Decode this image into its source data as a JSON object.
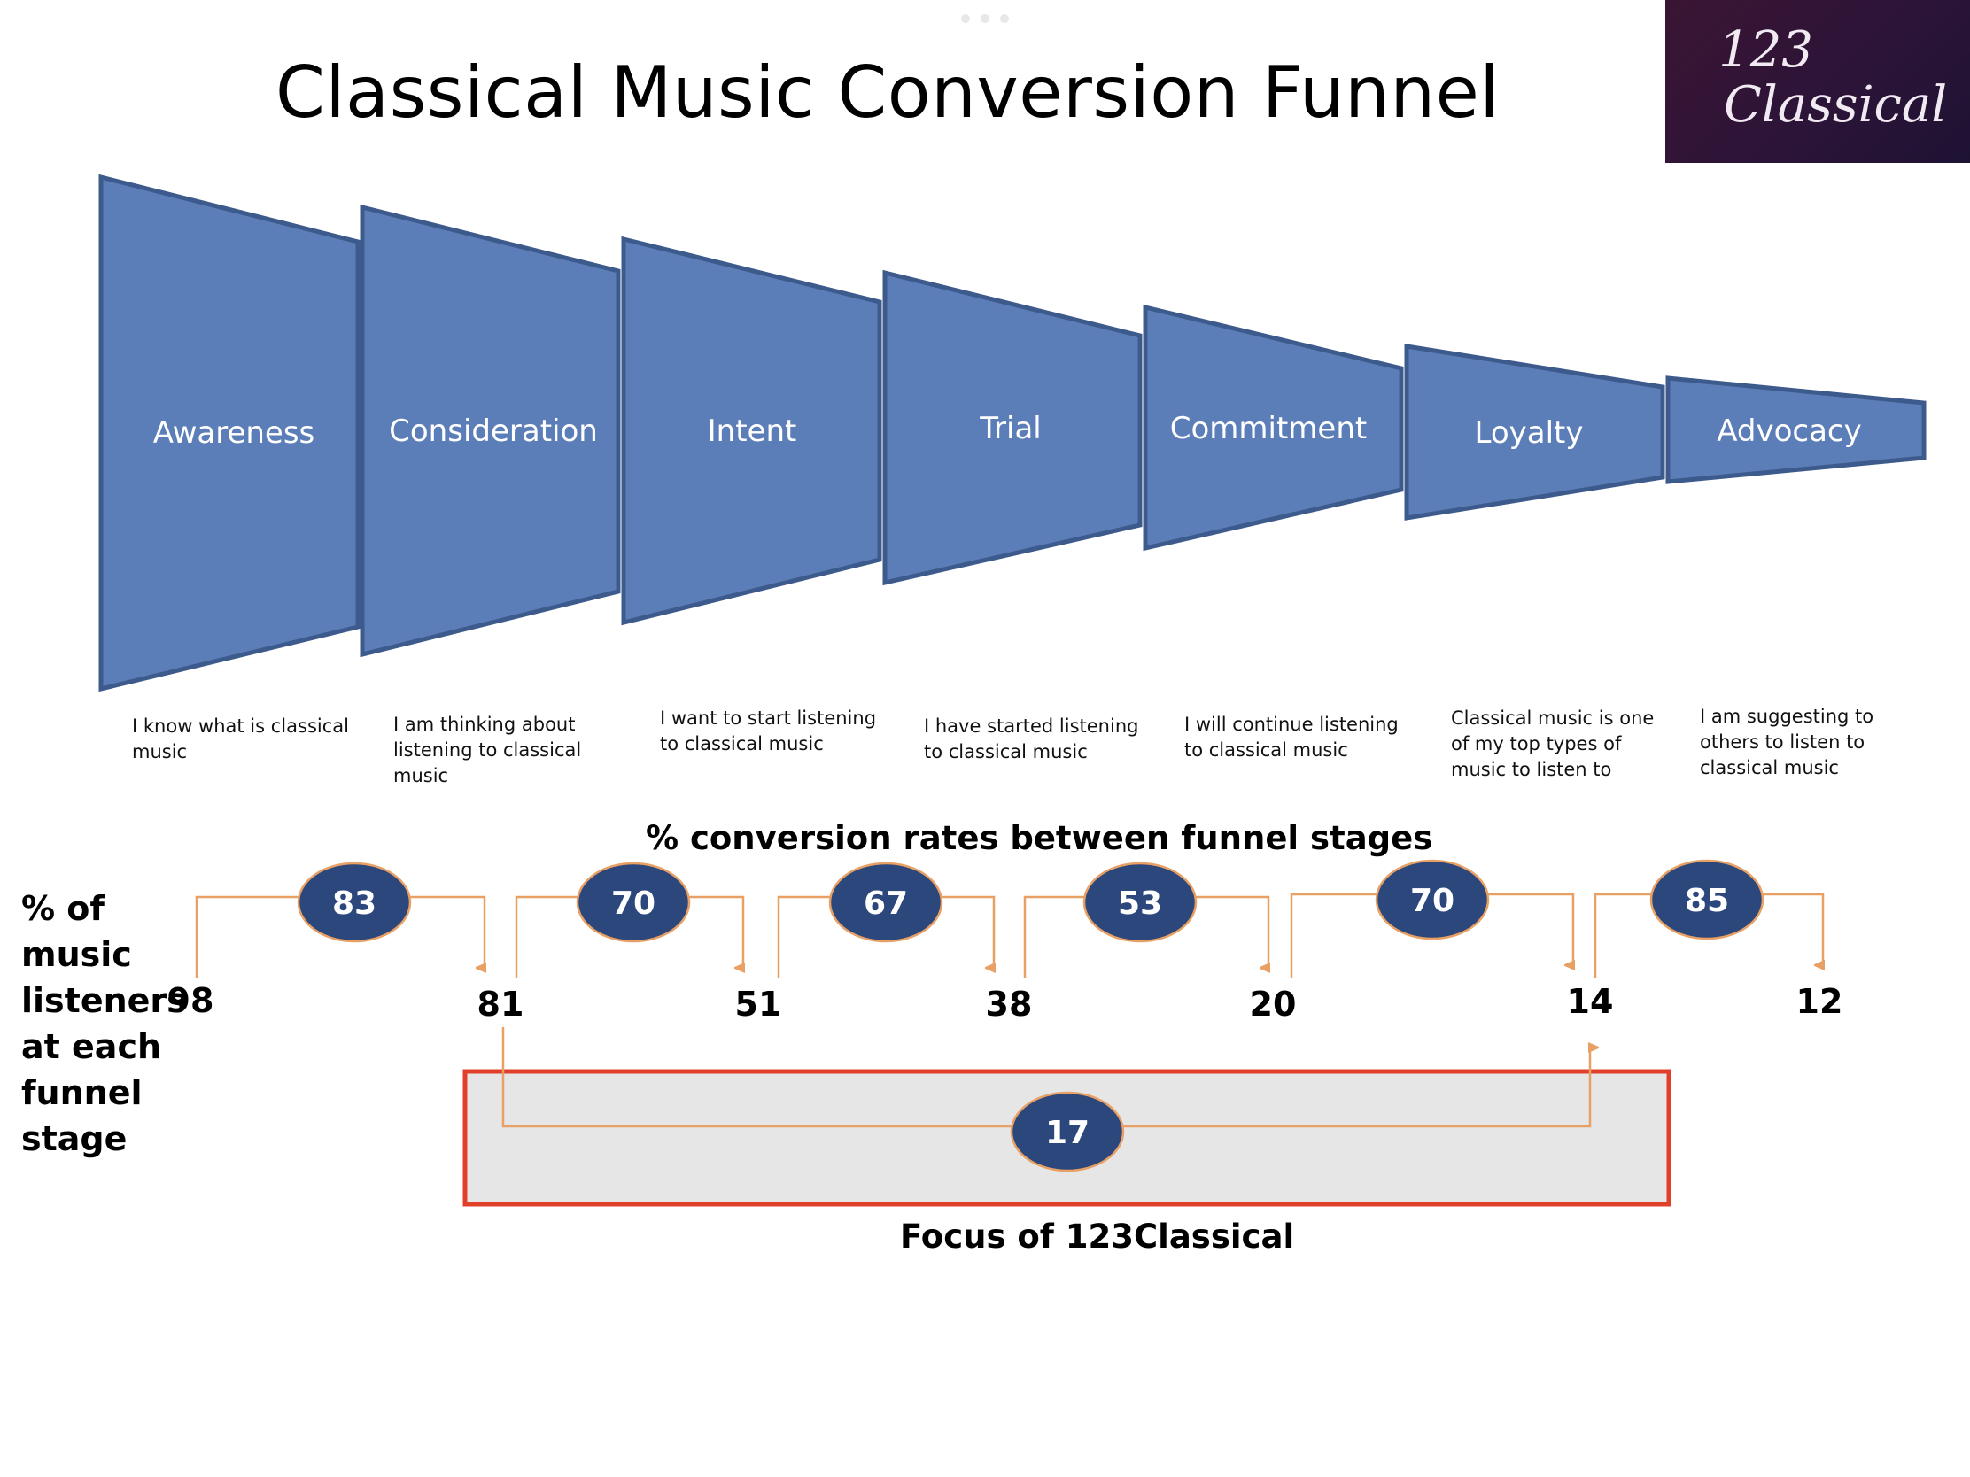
{
  "title": "Classical Music Conversion Funnel",
  "logo": {
    "line1": "123",
    "line2": "Classical"
  },
  "stages": [
    {
      "label": "Awareness",
      "description": "I know what is classical music"
    },
    {
      "label": "Consideration",
      "description": "I am thinking about listening to classical music"
    },
    {
      "label": "Intent",
      "description": "I want to start listening to classical music"
    },
    {
      "label": "Trial",
      "description": "I have started listening to classical music"
    },
    {
      "label": "Commitment",
      "description": "I will continue listening to classical music"
    },
    {
      "label": "Loyalty",
      "description": "Classical music is one of my top types of music to listen to"
    },
    {
      "label": "Advocacy",
      "description": "I am suggesting to others to listen to classical music"
    }
  ],
  "conversion_title": "% conversion rates between funnel stages",
  "listeners_label": "% of music listeners at each funnel stage",
  "listener_percentages": [
    "98",
    "81",
    "51",
    "38",
    "20",
    "14",
    "12"
  ],
  "conversion_rates": [
    "83",
    "70",
    "67",
    "53",
    "70",
    "85"
  ],
  "focus": {
    "rate": "17",
    "label": "Focus of 123Classical"
  },
  "colors": {
    "funnel_fill": "#5b7db8",
    "funnel_stroke": "#3d5a8c",
    "ellipse_fill": "#2b477c",
    "arrow": "#e8a064",
    "focus_border": "#e0402a",
    "focus_fill": "#e6e6e6"
  }
}
